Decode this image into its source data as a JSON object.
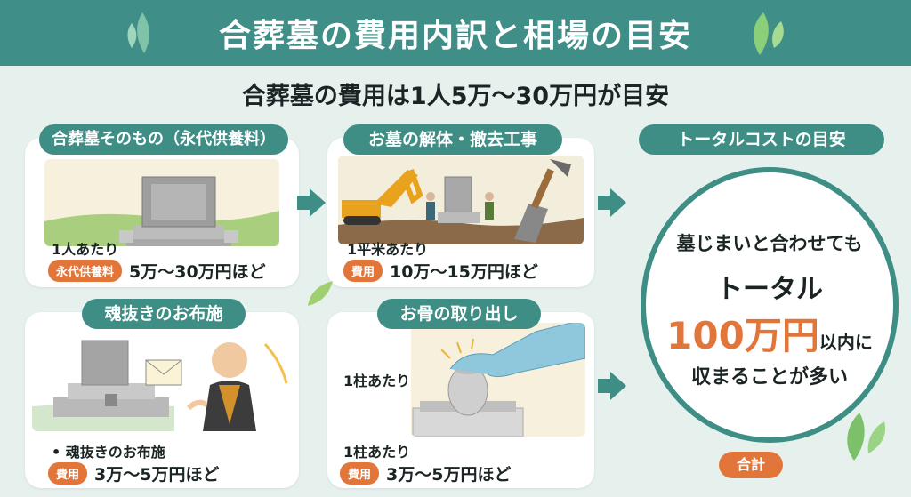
{
  "header": {
    "title": "合葬墓の費用内訳と相場の目安"
  },
  "subtitle": "合葬墓の費用は1人5万〜30万円が目安",
  "cards": {
    "eitai": {
      "title": "合葬墓そのもの（永代供養料）",
      "per": "1人あたり",
      "badge": "永代供養料",
      "price": "5万〜30万円ほど"
    },
    "kaitai": {
      "title": "お墓の解体・撤去工事",
      "per": "1平米あたり",
      "badge": "費用",
      "price": "10万〜15万円ほど"
    },
    "tamanuki": {
      "title": "魂抜きのお布施",
      "per": "• 魂抜きのお布施",
      "badge": "費用",
      "price": "3万〜5万円ほど"
    },
    "kotsu": {
      "title": "お骨の取り出し",
      "per_inline": "1柱あたり",
      "per": "1柱あたり",
      "badge": "費用",
      "price": "3万〜5万円ほど"
    }
  },
  "total": {
    "title": "トータルコストの目安",
    "line1": "墓じまいと合わせても",
    "line2": "トータル",
    "amount": "100万円",
    "line3_suffix": "以内に",
    "line4": "収まることが多い",
    "footer_badge": "合計"
  },
  "colors": {
    "teal": "#3e8e86",
    "header": "#3f8e88",
    "orange": "#e2763a",
    "background": "#e6f1ee"
  }
}
